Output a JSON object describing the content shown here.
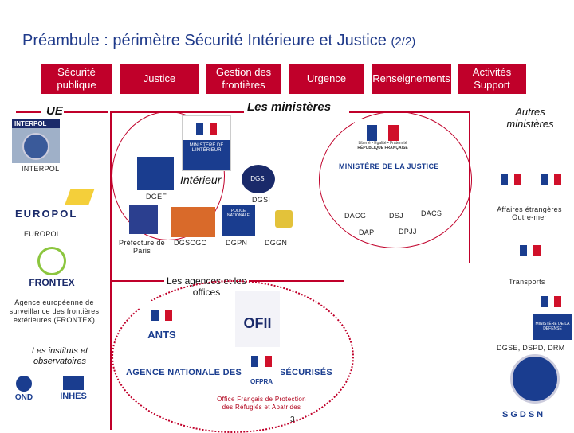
{
  "header": {
    "title": "Préambule : périmètre Sécurité Intérieure et Justice",
    "page_part": "(2/2)"
  },
  "tabs": [
    {
      "label": "Sécurité publique"
    },
    {
      "label": "Justice"
    },
    {
      "label": "Gestion des frontières"
    },
    {
      "label": "Urgence"
    },
    {
      "label": "Renseignements"
    },
    {
      "label": "Activités Support"
    }
  ],
  "sections": {
    "ue": "UE",
    "ministeres": "Les ministères",
    "autres": "Autres ministères",
    "interieur": "Intérieur",
    "agences": "Les agences et les offices",
    "instituts": "Les instituts et observatoires"
  },
  "ue_items": {
    "interpol_logo": "INTERPOL",
    "interpol": "INTERPOL",
    "europol_logo": "EUROPOL",
    "europol": "EUROPOL",
    "frontex_logo": "FRONTEX",
    "frontex": "Agence européenne de surveillance des frontières extérieures (FRONTEX)"
  },
  "interieur_items": {
    "dgef": "DGEF",
    "dgsi": "DGSI",
    "dgsi_logo": "DGSI",
    "prefecture": "Préfecture de Paris",
    "dgscgc": "DGSCGC",
    "dgpn": "DGPN",
    "dggn": "DGGN",
    "police_logo": "POLICE NATIONALE",
    "ministere_interieur": "MINISTÈRE DE L'INTÉRIEUR"
  },
  "justice_items": {
    "ministere_justice": "MINISTÈRE DE LA JUSTICE",
    "dacg": "DACG",
    "dsj": "DSJ",
    "dacs": "DACS",
    "dap": "DAP",
    "dpjj": "DPJJ"
  },
  "autres_items": {
    "affaires_etrangeres": "Affaires étrangères Outre-mer",
    "transports": "Transports",
    "defense": "DGSE, DSPD, DRM",
    "defense_logo": "MINISTÈRE DE LA DÉFENSE",
    "sgdsn": "SGDSN"
  },
  "agences_items": {
    "ants": "ANTS",
    "ofii": "OFII",
    "ants_long": "AGENCE NATIONALE DES TITRES SÉCURISÉS",
    "ofpra_logo": "OFPRA",
    "ofpra": "Office Français de Protection des Réfugiés et Apatrides"
  },
  "instituts_items": {
    "ond": "OND",
    "inhes": "INHES"
  },
  "marianne": {
    "motto": "Liberté • Égalité • Fraternité",
    "rf": "RÉPUBLIQUE FRANÇAISE"
  },
  "page_number": "3",
  "colors": {
    "accent": "#c0002a",
    "title": "#1f3a8a"
  }
}
